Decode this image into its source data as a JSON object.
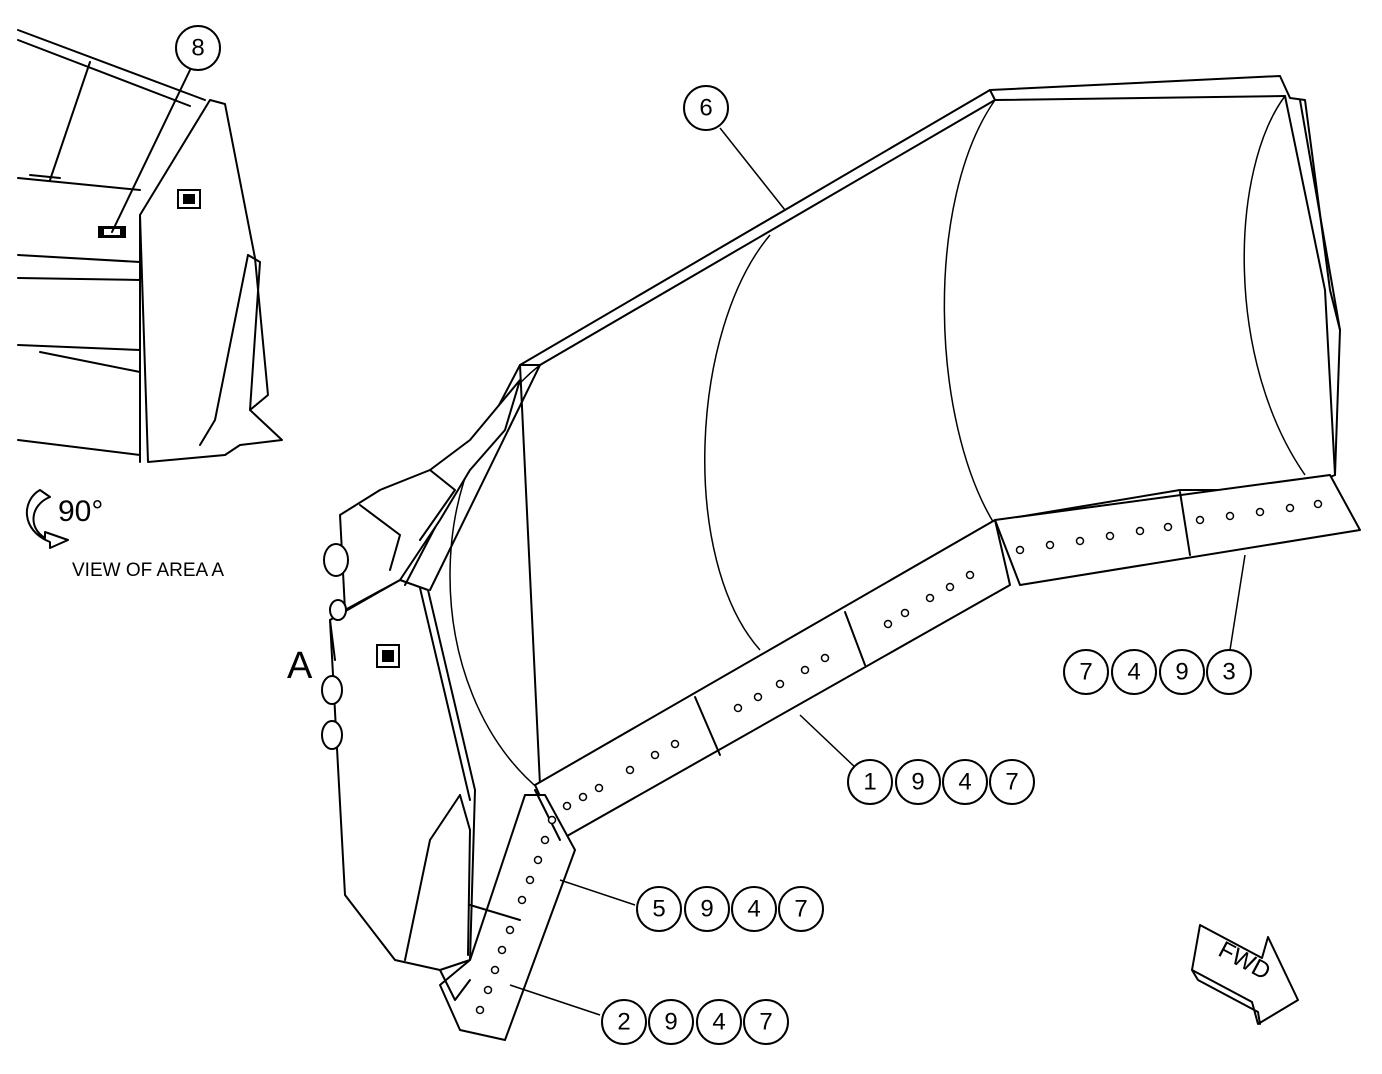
{
  "detail_view": {
    "rotation_label": "90°",
    "view_caption": "VIEW OF AREA A",
    "callout": "8"
  },
  "area_marker": "A",
  "fwd_label": "FWD",
  "callouts": {
    "top_edge": "6",
    "right_edge_group": [
      "7",
      "4",
      "9",
      "3"
    ],
    "center_edge_group": [
      "1",
      "9",
      "4",
      "7"
    ],
    "end_bit_upper_group": [
      "5",
      "9",
      "4",
      "7"
    ],
    "end_bit_lower_group": [
      "2",
      "9",
      "4",
      "7"
    ]
  }
}
